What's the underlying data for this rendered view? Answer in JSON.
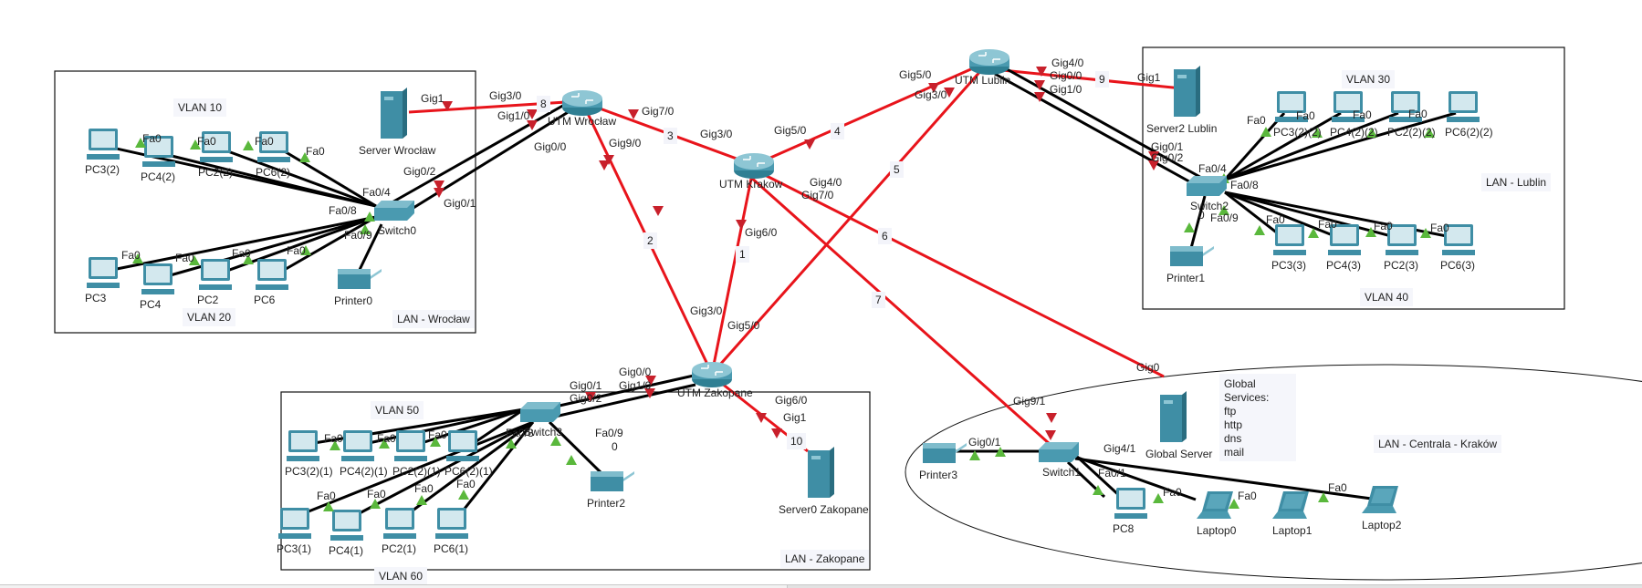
{
  "lans": {
    "wroclaw": {
      "title": "LAN - Wrocław",
      "vlan_a": "VLAN 10",
      "vlan_b": "VLAN 20"
    },
    "lublin": {
      "title": "LAN - Lublin",
      "vlan_a": "VLAN 30",
      "vlan_b": "VLAN 40"
    },
    "zakopane": {
      "title": "LAN - Zakopane",
      "vlan_a": "VLAN 50",
      "vlan_b": "VLAN 60"
    },
    "krakow": {
      "title": "LAN - Centrala - Kraków"
    }
  },
  "routers": [
    {
      "id": "r_wro",
      "name": "UTM Wrocław"
    },
    {
      "id": "r_kra",
      "name": "UTM Krakow"
    },
    {
      "id": "r_lub",
      "name": "UTM Lublin"
    },
    {
      "id": "r_zak",
      "name": "UTM Zakopane"
    }
  ],
  "switches": [
    {
      "id": "sw0",
      "name": "Switch0"
    },
    {
      "id": "sw1",
      "name": "Switch1"
    },
    {
      "id": "sw2",
      "name": "Switch2"
    },
    {
      "id": "sw3",
      "name": "Switch3"
    }
  ],
  "servers": [
    {
      "id": "srv_wro",
      "name": "Server Wrocław"
    },
    {
      "id": "srv_lub",
      "name": "Server2 Lublin"
    },
    {
      "id": "srv_zak",
      "name": "Server0 Zakopane"
    },
    {
      "id": "srv_glob",
      "name": "Global Server"
    }
  ],
  "printers": [
    {
      "id": "pr0",
      "name": "Printer0"
    },
    {
      "id": "pr1",
      "name": "Printer1"
    },
    {
      "id": "pr2",
      "name": "Printer2"
    },
    {
      "id": "pr3",
      "name": "Printer3"
    }
  ],
  "pcs": {
    "wroclaw_vlan10": [
      "PC3(2)",
      "PC4(2)",
      "PC2(2)",
      "PC6(2)"
    ],
    "wroclaw_vlan20": [
      "PC3",
      "PC4",
      "PC2",
      "PC6"
    ],
    "lublin_vlan30": [
      "PC3(2)(2)",
      "PC4(2)(2)",
      "PC2(2)(2)",
      "PC6(2)(2)"
    ],
    "lublin_vlan40": [
      "PC3(3)",
      "PC4(3)",
      "PC2(3)",
      "PC6(3)"
    ],
    "zakopane_vlan50": [
      "PC3(2)(1)",
      "PC4(2)(1)",
      "PC2(2)(1)",
      "PC6(2)(1)"
    ],
    "zakopane_vlan60": [
      "PC3(1)",
      "PC4(1)",
      "PC2(1)",
      "PC6(1)"
    ],
    "krakow": [
      "PC8"
    ]
  },
  "laptops": [
    "Laptop0",
    "Laptop1",
    "Laptop2"
  ],
  "global_services": {
    "title": "Global Services:",
    "items": [
      "ftp",
      "http",
      "dns",
      "mail"
    ]
  },
  "link_numbers": [
    "1",
    "2",
    "3",
    "4",
    "5",
    "6",
    "7",
    "8",
    "9",
    "10"
  ],
  "port_labels": {
    "fa0": "Fa0",
    "fa0_4": "Fa0/4",
    "fa0_8": "Fa0/8",
    "fa0_9": "Fa0/9",
    "fa0_1": "Fa0/1",
    "gig0": "Gig0",
    "gig1": "Gig1",
    "gig0_0": "Gig0/0",
    "gig1_0": "Gig1/0",
    "gig0_1": "Gig0/1",
    "gig0_2": "Gig0/2",
    "gig3_0": "Gig3/0",
    "gig4_0": "Gig4/0",
    "gig5_0": "Gig5/0",
    "gig6_0": "Gig6/0",
    "gig7_0": "Gig7/0",
    "gig9_0": "Gig9/0",
    "gig9_1": "Gig9/1",
    "gig4_1": "Gig4/1",
    "zero": "0"
  },
  "colors": {
    "wan_link": "#e8141b",
    "lan_link": "#000000",
    "port_up": "#5ab83c",
    "port_wan": "#c8202b",
    "device": "#3f8ea5"
  }
}
